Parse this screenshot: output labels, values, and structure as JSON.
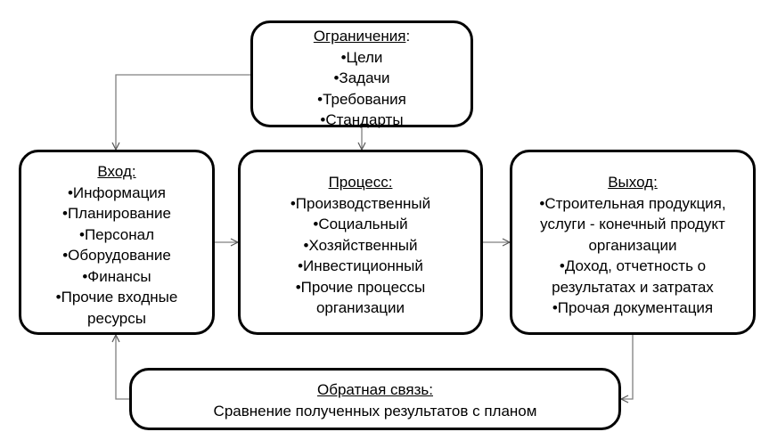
{
  "diagram": {
    "constraints": {
      "heading": "Ограничения",
      "heading_suffix": ":",
      "items": [
        "•Цели",
        "•Задачи",
        "•Требования",
        "•Стандарты"
      ]
    },
    "input": {
      "heading": "Вход:",
      "items": [
        "•Информация",
        "•Планирование",
        "•Персонал",
        "•Оборудование",
        "•Финансы",
        "•Прочие входные",
        "ресурсы"
      ]
    },
    "process": {
      "heading": "Процесс:",
      "items": [
        "•Производственный",
        "•Социальный",
        "•Хозяйственный",
        "•Инвестиционный",
        "•Прочие процессы",
        "организации"
      ]
    },
    "output": {
      "heading": "Выход:",
      "items": [
        "•Строительная продукция,",
        "услуги - конечный продукт",
        "организации",
        "•Доход, отчетность о",
        "результатах и затратах",
        "•Прочая документация"
      ]
    },
    "feedback": {
      "heading": "Обратная связь:",
      "text": "Сравнение полученных результатов с планом"
    }
  },
  "colors": {
    "stroke": "#000000",
    "connector": "#808080"
  }
}
